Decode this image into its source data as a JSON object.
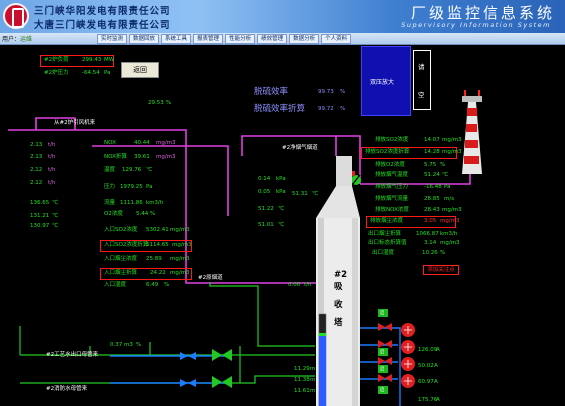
{
  "header": {
    "company_line1": "三门峡华阳发电有限责任公司",
    "company_line2": "大唐三门峡发电有限责任公司",
    "system_title": "厂级监控信息系统",
    "system_subtitle": "Supervisory Information System"
  },
  "tabbar": {
    "user_prefix": "用户：",
    "user_name": "运维",
    "tabs": [
      "实时监测",
      "数据回放",
      "系统工具",
      "报表管理",
      "性能分析",
      "绩效管理",
      "数据分析",
      "个人资料"
    ]
  },
  "top": {
    "sensor1_label": "#2炉负荷",
    "sensor1_value": "299.43",
    "sensor1_unit": "MW",
    "sensor2_label": "#2炉压力",
    "sensor2_value": "-64.54",
    "sensor2_unit": "Pa",
    "return_label": "返回",
    "pct_value": "29.53",
    "pct_unit": "%",
    "double_amp": "双压放大",
    "panel_chars": [
      "请",
      "空"
    ]
  },
  "efficiency": {
    "desulf_label": "脱硫效率",
    "desulf_value": "99.73",
    "desulf_unit": "%",
    "conv_label": "脱硫效率折算",
    "conv_value": "99.72",
    "conv_unit": "%"
  },
  "left_col": {
    "source_label": "从#2炉引风机来",
    "rows": [
      {
        "value": "2.13",
        "unit": "t/h"
      },
      {
        "value": "2.13",
        "unit": "t/h"
      },
      {
        "value": "2.12",
        "unit": "t/h"
      },
      {
        "value": "2.12",
        "unit": "t/h"
      }
    ],
    "temps": [
      {
        "value": "136.65",
        "unit": "℃"
      },
      {
        "value": "131.21",
        "unit": "℃"
      },
      {
        "value": "130.97",
        "unit": "℃"
      }
    ]
  },
  "inlet": {
    "rows": [
      {
        "label": "NOX",
        "value": "40.44",
        "unit": "mg/m3"
      },
      {
        "label": "NOX折算",
        "value": "39.61",
        "unit": "mg/m3"
      },
      {
        "label": "温度",
        "value": "129.76",
        "unit": "℃"
      },
      {
        "label": "压力",
        "value": "1979.25",
        "unit": "Pa"
      },
      {
        "label": "流量",
        "value": "1111.86",
        "unit": "km3/h"
      },
      {
        "label": "O2浓度",
        "value": "5.44",
        "unit": "%"
      },
      {
        "label": "入口SO2浓度",
        "value": "5302.41",
        "unit": "mg/m3"
      },
      {
        "label": "入口SO2浓度折算",
        "value": "5114.65",
        "unit": "mg/m3"
      },
      {
        "label": "入口烟尘浓度",
        "value": "25.89",
        "unit": "mg/m3"
      },
      {
        "label": "入口烟尘折算",
        "value": "24.22",
        "unit": "mg/m3"
      },
      {
        "label": "入口湿度",
        "value": "6.49",
        "unit": "%"
      }
    ],
    "flue_label": "#2原烟道"
  },
  "outlet_mid": {
    "net_flue_label": "#2净烟气烟道",
    "rows": [
      {
        "value": "0.14",
        "unit": "kPa"
      },
      {
        "value": "0.05",
        "unit": "kPa"
      },
      {
        "value": "51.22",
        "unit": "℃"
      },
      {
        "value": "51.01",
        "unit": "℃"
      }
    ],
    "side_value": "51.31",
    "side_unit": "℃",
    "flow_value": "0.00",
    "flow_unit": "t/h"
  },
  "outlet": {
    "rows": [
      {
        "label": "排放SO2浓度",
        "value": "14.07",
        "unit": "mg/m3"
      },
      {
        "label": "排放SO2浓度折算",
        "value": "14.28",
        "unit": "mg/m3"
      },
      {
        "label": "排放O2浓度",
        "value": "5.75",
        "unit": "%"
      },
      {
        "label": "排放烟气温度",
        "value": "51.24",
        "unit": "℃"
      },
      {
        "label": "排放烟气压力",
        "value": "-16.48",
        "unit": "Pa"
      },
      {
        "label": "排放烟气流量",
        "value": "28.85",
        "unit": "m/s"
      },
      {
        "label": "排放NOX浓度",
        "value": "28.43",
        "unit": "mg/m3"
      },
      {
        "label": "排放烟尘浓度",
        "value": "3.05",
        "unit": "mg/m3"
      },
      {
        "label": "出口烟尘折算",
        "value": "1066.87",
        "unit": "km3/h"
      },
      {
        "label": "出口标态折算值",
        "value": "3.14",
        "unit": "mg/m3"
      },
      {
        "label": "出口湿度",
        "value": "10.26",
        "unit": "%"
      }
    ],
    "alarm_label": "添加关注点"
  },
  "tower": {
    "label_lines": [
      "#2",
      "吸",
      "收",
      "塔"
    ],
    "levels": [
      {
        "value": "11.29",
        "unit": "m"
      },
      {
        "value": "11.38",
        "unit": "m"
      },
      {
        "value": "11.61",
        "unit": "m"
      }
    ]
  },
  "bottom": {
    "process_water_label": "#2工艺水出口母管来",
    "fire_water_label": "#2消防水母管来",
    "flow_value": "0.37",
    "flow_unit": "m3",
    "pct_unit": "%",
    "pumps": [
      {
        "label": "启",
        "value": "126.09",
        "unit": "A"
      },
      {
        "label": "启",
        "value": "50.02",
        "unit": "A"
      },
      {
        "label": "启",
        "value": "60.97",
        "unit": "A"
      },
      {
        "label": "启",
        "value": "175.76",
        "unit": "A"
      }
    ]
  },
  "colors": {
    "flue_line": "#e040e0",
    "water_line": "#1a7cff",
    "process_line": "#22c922",
    "alarm_box": "#ff1818",
    "tower_body": "#e8e8e8",
    "level_bar": "#2a5cff"
  }
}
